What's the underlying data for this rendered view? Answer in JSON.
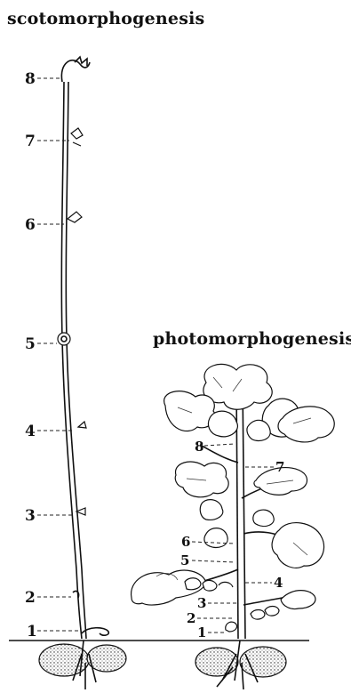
{
  "titles": {
    "scoto": "scotomorphogenesis",
    "photo": "photomorphogenesis"
  },
  "left_labels": [
    "1",
    "2",
    "3",
    "4",
    "5",
    "6",
    "7",
    "8"
  ],
  "right_labels": [
    "1",
    "2",
    "3",
    "4",
    "5",
    "6",
    "7",
    "8"
  ]
}
